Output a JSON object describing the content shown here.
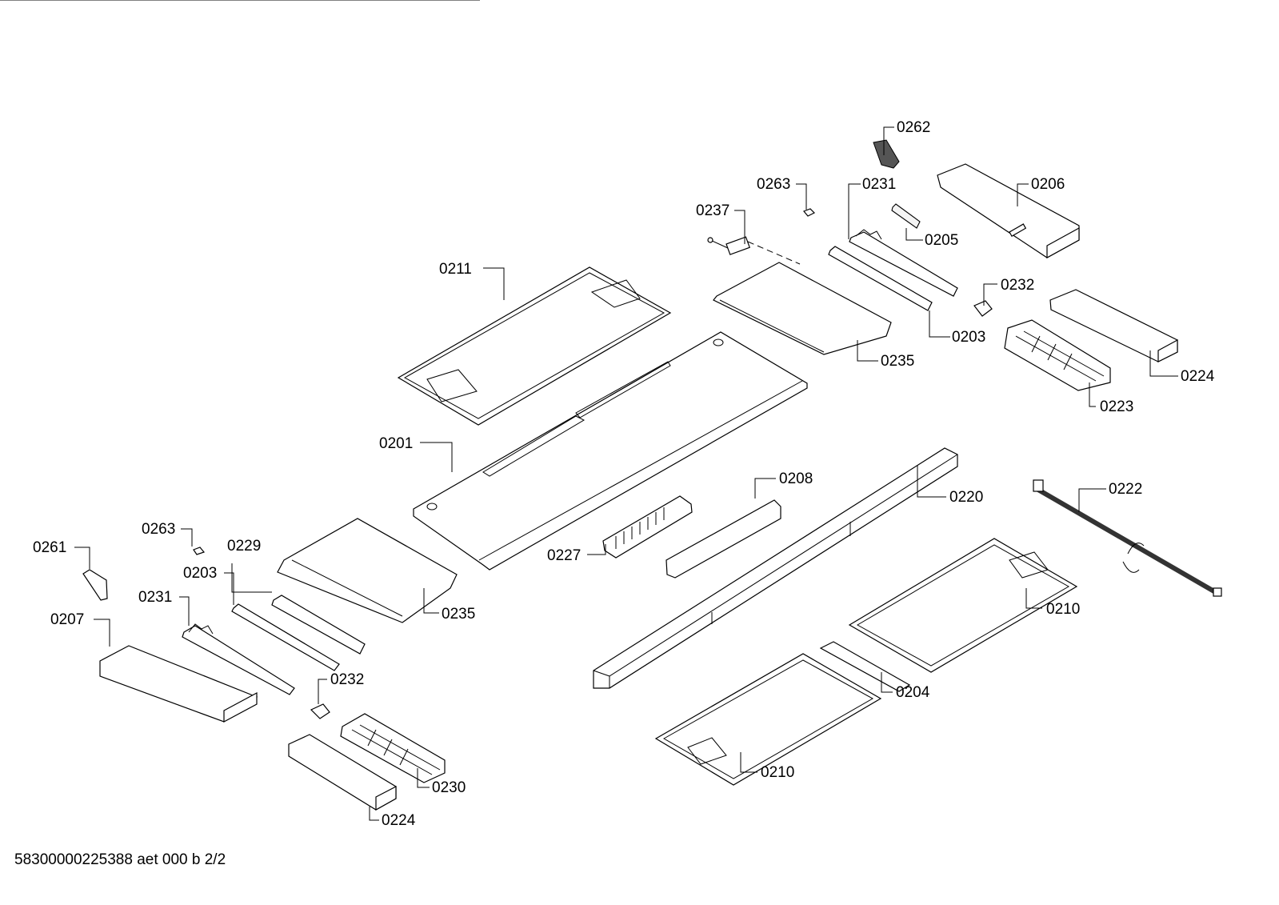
{
  "diagram": {
    "type": "exploded-parts-diagram",
    "footer": "58300000225388 aet 000 b 2/2",
    "callouts": [
      {
        "id": "c0262",
        "label": "0262"
      },
      {
        "id": "c0263a",
        "label": "0263"
      },
      {
        "id": "c0231a",
        "label": "0231"
      },
      {
        "id": "c0206",
        "label": "0206"
      },
      {
        "id": "c0237",
        "label": "0237"
      },
      {
        "id": "c0205",
        "label": "0205"
      },
      {
        "id": "c0211",
        "label": "0211"
      },
      {
        "id": "c0232a",
        "label": "0232"
      },
      {
        "id": "c0203a",
        "label": "0203"
      },
      {
        "id": "c0235a",
        "label": "0235"
      },
      {
        "id": "c0224a",
        "label": "0224"
      },
      {
        "id": "c0223",
        "label": "0223"
      },
      {
        "id": "c0201",
        "label": "0201"
      },
      {
        "id": "c0208",
        "label": "0208"
      },
      {
        "id": "c0220",
        "label": "0220"
      },
      {
        "id": "c0222",
        "label": "0222"
      },
      {
        "id": "c0263b",
        "label": "0263"
      },
      {
        "id": "c0261",
        "label": "0261"
      },
      {
        "id": "c0229",
        "label": "0229"
      },
      {
        "id": "c0227",
        "label": "0227"
      },
      {
        "id": "c0203b",
        "label": "0203"
      },
      {
        "id": "c0231b",
        "label": "0231"
      },
      {
        "id": "c0235b",
        "label": "0235"
      },
      {
        "id": "c0210a",
        "label": "0210"
      },
      {
        "id": "c0207",
        "label": "0207"
      },
      {
        "id": "c0232b",
        "label": "0232"
      },
      {
        "id": "c0204",
        "label": "0204"
      },
      {
        "id": "c0230",
        "label": "0230"
      },
      {
        "id": "c0210b",
        "label": "0210"
      },
      {
        "id": "c0224b",
        "label": "0224"
      }
    ]
  }
}
